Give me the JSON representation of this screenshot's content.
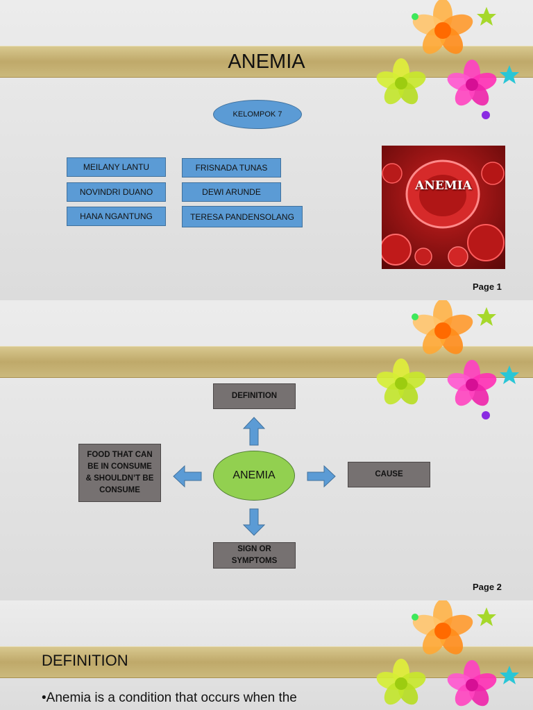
{
  "slide1": {
    "title": "ANEMIA",
    "group_label": "KELOMPOK 7",
    "members_left": [
      "MEILANY LANTU",
      "NOVINDRI DUANO",
      "HANA NGANTUNG"
    ],
    "members_right": [
      "FRISNADA TUNAS",
      "DEWI ARUNDE",
      "TERESA PANDENSOLANG"
    ],
    "image_label": "ANEMIA",
    "page": "Page 1"
  },
  "slide2": {
    "center": "ANEMIA",
    "top": "DEFINITION",
    "right": "CAUSE",
    "bottom": "SIGN OR SYMPTOMS",
    "left": "FOOD THAT CAN BE IN CONSUME & SHOULDN’T BE CONSUME",
    "page": "Page 2"
  },
  "slide3": {
    "title": "DEFINITION",
    "bullet": "•Anemia is a condition that occurs when the"
  },
  "colors": {
    "band": "#c4b070",
    "blue_box": "#5b9bd5",
    "gray_box": "#767171",
    "green_ellipse": "#92d050",
    "arrow": "#5b9bd5"
  }
}
